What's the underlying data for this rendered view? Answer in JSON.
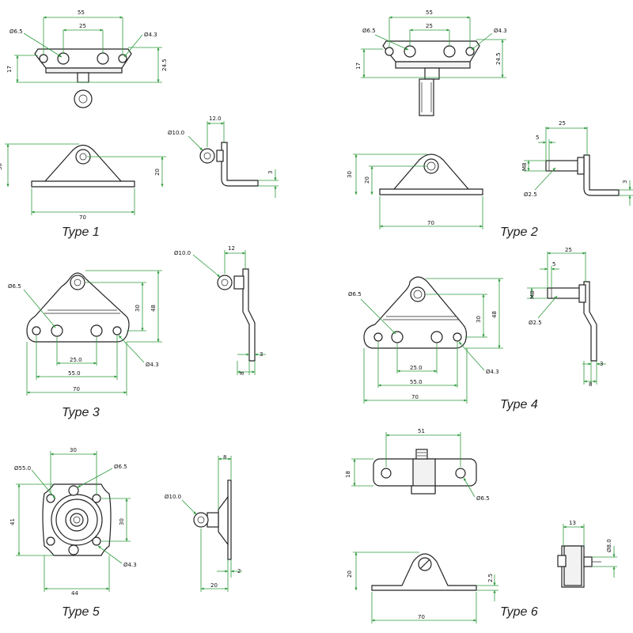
{
  "types": [
    {
      "label": "Type 1",
      "dims": {
        "d1": "55",
        "d2": "25",
        "d3": "Ø6.5",
        "d4": "Ø4.3",
        "d5": "17",
        "d6": "24.5",
        "d7": "30",
        "d8": "20",
        "d9": "70",
        "d10": "Ø10.0",
        "d11": "12.0",
        "d12": "3"
      }
    },
    {
      "label": "Type 2",
      "dims": {
        "d1": "55",
        "d2": "25",
        "d3": "Ø6.5",
        "d4": "Ø4.3",
        "d5": "17",
        "d6": "24.5",
        "d7": "30",
        "d8": "20",
        "d9": "70",
        "d10": "25",
        "d11": "5",
        "d12": "M8",
        "d13": "Ø2.5",
        "d14": "3"
      }
    },
    {
      "label": "Type 3",
      "dims": {
        "d1": "Ø6.5",
        "d2": "30",
        "d3": "48",
        "d4": "25.0",
        "d5": "55.0",
        "d6": "Ø4.3",
        "d7": "70",
        "d8": "Ø10.0",
        "d9": "12",
        "d10": "3",
        "d11": "8"
      }
    },
    {
      "label": "Type 4",
      "dims": {
        "d1": "Ø6.5",
        "d2": "30",
        "d3": "48",
        "d4": "25.0",
        "d5": "55.0",
        "d6": "Ø4.3",
        "d7": "70",
        "d8": "25",
        "d9": "5",
        "d10": "M8",
        "d11": "Ø2.5",
        "d12": "3",
        "d13": "8"
      }
    },
    {
      "label": "Type 5",
      "dims": {
        "d1": "30",
        "d2": "Ø55.0",
        "d3": "Ø6.5",
        "d4": "41",
        "d5": "30",
        "d6": "Ø4.3",
        "d7": "44",
        "d8": "8",
        "d9": "Ø10.0",
        "d10": "2",
        "d11": "20"
      }
    },
    {
      "label": "Type 6",
      "dims": {
        "d1": "51",
        "d2": "18",
        "d3": "Ø6.5",
        "d4": "20",
        "d5": "2.5",
        "d6": "70",
        "d7": "13",
        "d8": "Ø8.0"
      }
    }
  ]
}
